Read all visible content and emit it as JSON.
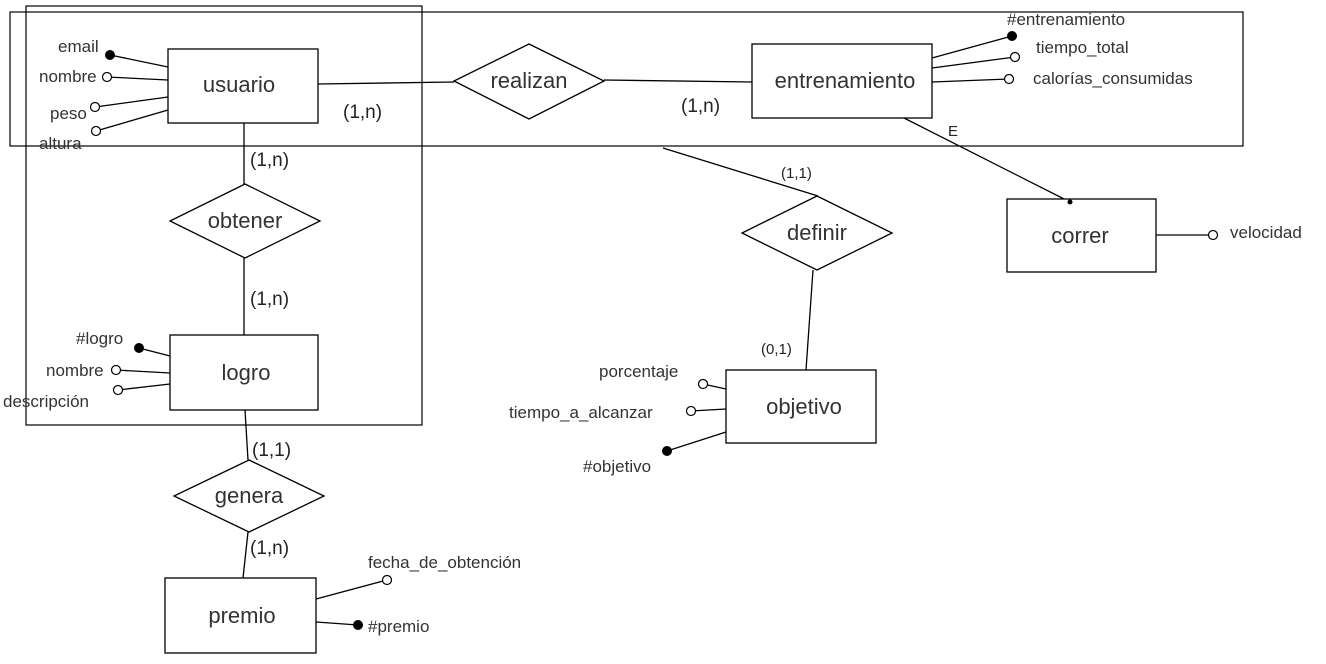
{
  "entities": {
    "usuario": "usuario",
    "entrenamiento": "entrenamiento",
    "logro": "logro",
    "premio": "premio",
    "objetivo": "objetivo",
    "correr": "correr"
  },
  "relationships": {
    "realizan": "realizan",
    "obtener": "obtener",
    "genera": "genera",
    "definir": "definir"
  },
  "attributes": {
    "usuario": [
      "email",
      "nombre",
      "peso",
      "altura"
    ],
    "entrenamiento": [
      "#entrenamiento",
      "tiempo_total",
      "calorías_consumidas"
    ],
    "logro": [
      "#logro",
      "nombre",
      "descripción"
    ],
    "premio": [
      "fecha_de_obtención",
      "#premio"
    ],
    "objetivo": [
      "porcentaje",
      "tiempo_a_alcanzar",
      "#objetivo"
    ],
    "correr": [
      "velocidad"
    ]
  },
  "cardinalities": {
    "usuario_realizan": "(1,n)",
    "entrenamiento_realizan": "(1,n)",
    "usuario_obtener": "(1,n)",
    "logro_obtener": "(1,n)",
    "logro_genera": "(1,1)",
    "premio_genera": "(1,n)",
    "entrenamiento_definir": "(1,1)",
    "objetivo_definir": "(0,1)"
  },
  "specialization_label": "E"
}
